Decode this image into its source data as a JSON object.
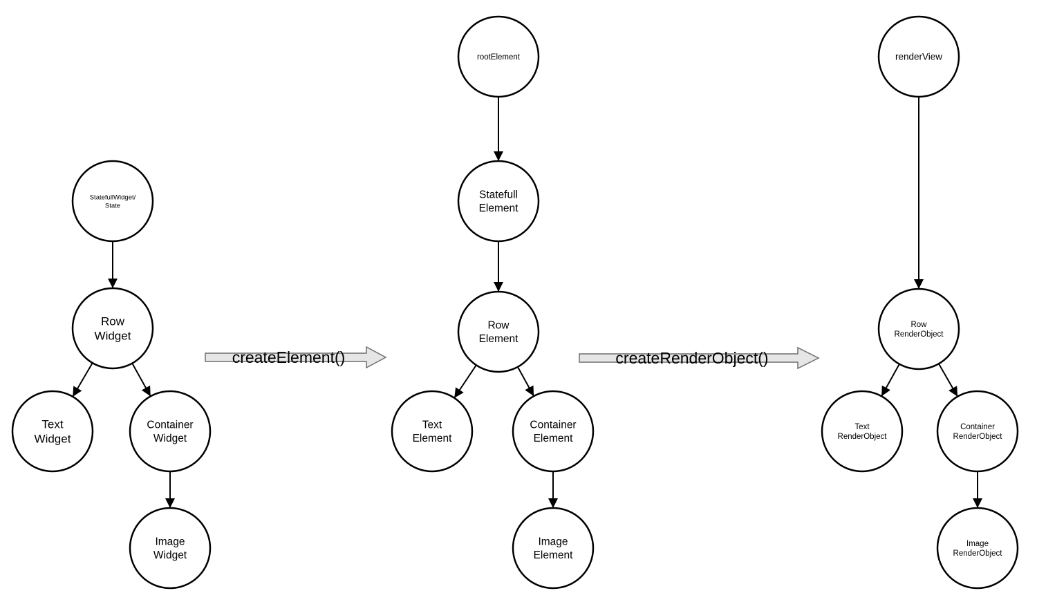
{
  "colors": {
    "stroke": "#000000",
    "node_fill": "#ffffff",
    "big_arrow_fill": "#e6e6e6",
    "big_arrow_stroke": "#6f6f6f"
  },
  "transforms": [
    {
      "id": "create-element",
      "label": "createElement()"
    },
    {
      "id": "create-render-object",
      "label": "createRenderObject()"
    }
  ],
  "trees": [
    {
      "id": "widget-tree",
      "nodes": [
        {
          "id": "statefull-widget",
          "lines": [
            "StatefullWidget/",
            "State"
          ]
        },
        {
          "id": "row-widget",
          "lines": [
            "Row",
            "Widget"
          ]
        },
        {
          "id": "text-widget",
          "lines": [
            "Text",
            "Widget"
          ]
        },
        {
          "id": "container-widget",
          "lines": [
            "Container",
            "Widget"
          ]
        },
        {
          "id": "image-widget",
          "lines": [
            "Image",
            "Widget"
          ]
        }
      ],
      "edges": [
        [
          "statefull-widget",
          "row-widget"
        ],
        [
          "row-widget",
          "text-widget"
        ],
        [
          "row-widget",
          "container-widget"
        ],
        [
          "container-widget",
          "image-widget"
        ]
      ]
    },
    {
      "id": "element-tree",
      "nodes": [
        {
          "id": "root-element",
          "lines": [
            "rootElement"
          ]
        },
        {
          "id": "statefull-element",
          "lines": [
            "Statefull",
            "Element"
          ]
        },
        {
          "id": "row-element",
          "lines": [
            "Row",
            "Element"
          ]
        },
        {
          "id": "text-element",
          "lines": [
            "Text",
            "Element"
          ]
        },
        {
          "id": "container-element",
          "lines": [
            "Container",
            "Element"
          ]
        },
        {
          "id": "image-element",
          "lines": [
            "Image",
            "Element"
          ]
        }
      ],
      "edges": [
        [
          "root-element",
          "statefull-element"
        ],
        [
          "statefull-element",
          "row-element"
        ],
        [
          "row-element",
          "text-element"
        ],
        [
          "row-element",
          "container-element"
        ],
        [
          "container-element",
          "image-element"
        ]
      ]
    },
    {
      "id": "render-tree",
      "nodes": [
        {
          "id": "render-view",
          "lines": [
            "renderView"
          ]
        },
        {
          "id": "row-render-object",
          "lines": [
            "Row",
            "RenderObject"
          ]
        },
        {
          "id": "text-render-object",
          "lines": [
            "Text",
            "RenderObject"
          ]
        },
        {
          "id": "container-render-object",
          "lines": [
            "Container",
            "RenderObject"
          ]
        },
        {
          "id": "image-render-object",
          "lines": [
            "Image",
            "RenderObject"
          ]
        }
      ],
      "edges": [
        [
          "render-view",
          "row-render-object"
        ],
        [
          "row-render-object",
          "text-render-object"
        ],
        [
          "row-render-object",
          "container-render-object"
        ],
        [
          "container-render-object",
          "image-render-object"
        ]
      ]
    }
  ]
}
